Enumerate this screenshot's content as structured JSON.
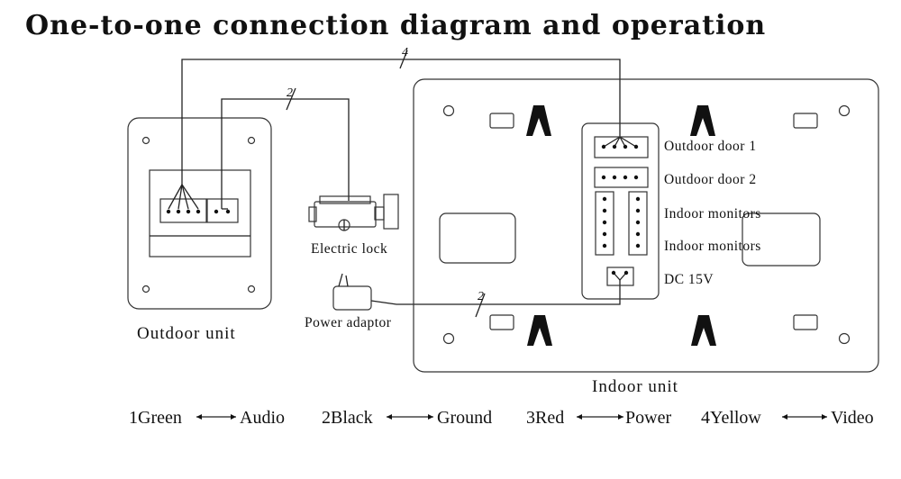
{
  "title": "One-to-one connection diagram and operation",
  "outdoor_unit": {
    "label": "Outdoor unit"
  },
  "electric_lock": {
    "label": "Electric lock"
  },
  "power_adaptor": {
    "label": "Power adaptor"
  },
  "indoor_unit": {
    "label": "Indoor unit",
    "ports": [
      {
        "label": "Outdoor door 1"
      },
      {
        "label": "Outdoor door 2"
      },
      {
        "label": "Indoor monitors"
      },
      {
        "label": "Indoor monitors"
      },
      {
        "label": "DC 15V"
      }
    ]
  },
  "wire_counts": {
    "video_cable": "4",
    "lock_cable": "2",
    "power_cable": "2"
  },
  "legend": [
    {
      "num": "1Green",
      "meaning": "Audio"
    },
    {
      "num": "2Black",
      "meaning": "Ground"
    },
    {
      "num": "3Red",
      "meaning": "Power"
    },
    {
      "num": "4Yellow",
      "meaning": "Video"
    }
  ]
}
